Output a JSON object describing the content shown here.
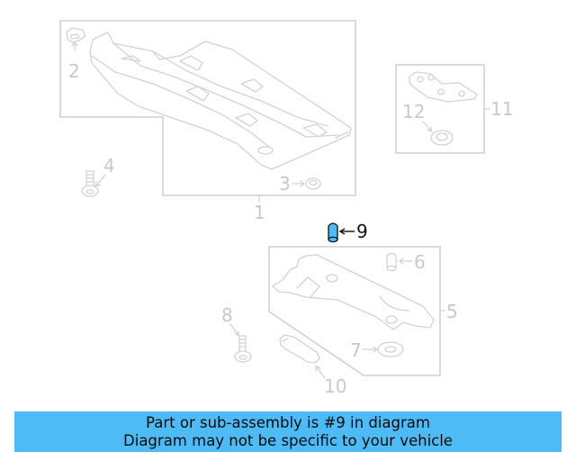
{
  "diagram": {
    "callouts": [
      {
        "id": "1",
        "label": "1"
      },
      {
        "id": "2",
        "label": "2"
      },
      {
        "id": "3",
        "label": "3"
      },
      {
        "id": "4",
        "label": "4"
      },
      {
        "id": "5",
        "label": "5"
      },
      {
        "id": "6",
        "label": "6"
      },
      {
        "id": "7",
        "label": "7"
      },
      {
        "id": "8",
        "label": "8"
      },
      {
        "id": "9",
        "label": "9"
      },
      {
        "id": "10",
        "label": "10"
      },
      {
        "id": "11",
        "label": "11"
      },
      {
        "id": "12",
        "label": "12"
      }
    ],
    "highlighted_part": "9",
    "colors": {
      "highlight_fill": "#4ebbf6",
      "line_gray": "#d2d2d2",
      "banner_bg": "#4ebbf6",
      "banner_text": "#0a0a0a"
    }
  },
  "banner": {
    "line1": "Part or sub-assembly is #9 in diagram",
    "line2": "Diagram may not be specific to your vehicle"
  }
}
